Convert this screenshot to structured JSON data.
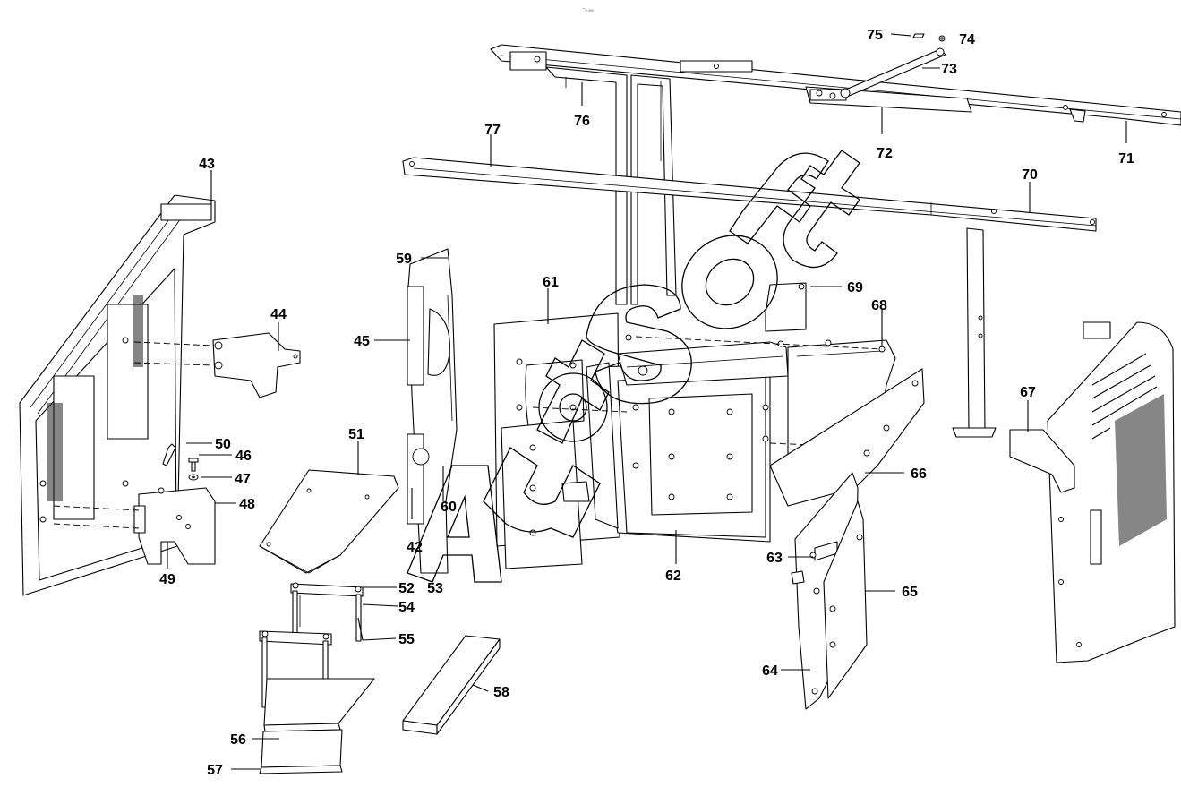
{
  "top_mark": "⁼ₐ ₐₐₐ",
  "watermark": "AutoSoft",
  "callouts": [
    "42",
    "43",
    "44",
    "45",
    "46",
    "47",
    "48",
    "49",
    "50",
    "51",
    "52",
    "53",
    "54",
    "55",
    "56",
    "57",
    "58",
    "59",
    "60",
    "61",
    "62",
    "63",
    "64",
    "65",
    "66",
    "67",
    "68",
    "69",
    "70",
    "71",
    "72",
    "73",
    "74",
    "75",
    "76",
    "77"
  ]
}
